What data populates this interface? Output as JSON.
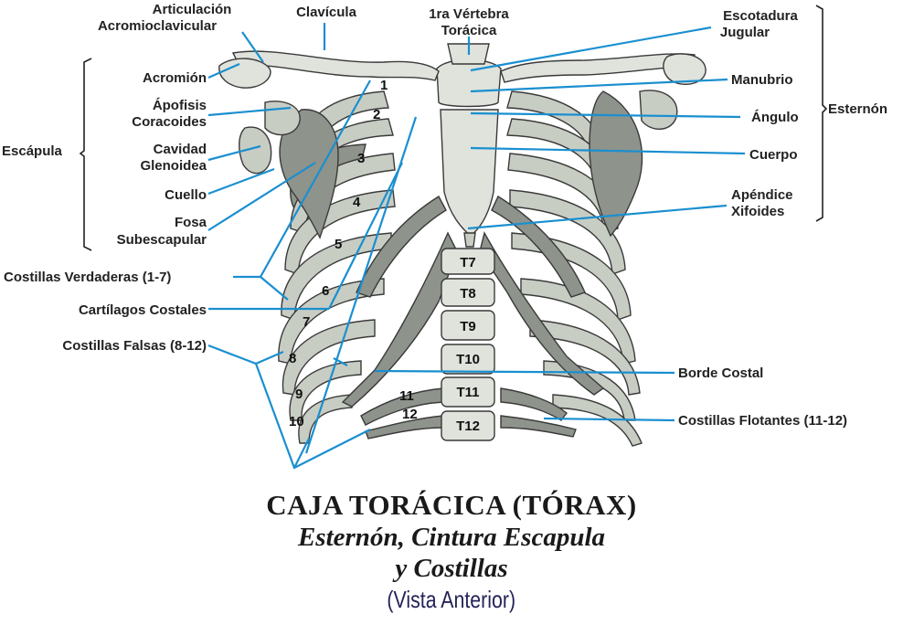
{
  "labels": {
    "articulacion": [
      "Articulación",
      "Acromioclavicular"
    ],
    "clavicula": "Clavícula",
    "vertebra": [
      "1ra Vértebra",
      "Torácica"
    ],
    "escotadura": [
      "Escotadura",
      "Jugular"
    ],
    "acromion": "Acromión",
    "apofisis": [
      "Ápofisis",
      "Coracoides"
    ],
    "escapula": "Escápula",
    "cavidad": [
      "Cavidad",
      "Glenoidea"
    ],
    "cuello": "Cuello",
    "fosa": [
      "Fosa",
      "Subescapular"
    ],
    "manubrio": "Manubrio",
    "angulo": "Ángulo",
    "esternon": "Esternón",
    "cuerpo": "Cuerpo",
    "apendice": [
      "Apéndice",
      "Xifoides"
    ],
    "costillas_verdaderas": "Costillas Verdaderas (1-7)",
    "cartilagos": "Cartílagos Costales",
    "costillas_falsas": "Costillas Falsas (8-12)",
    "borde_costal": "Borde Costal",
    "costillas_flotantes": "Costillas Flotantes (11-12)"
  },
  "rib_numbers": [
    "1",
    "2",
    "3",
    "4",
    "5",
    "6",
    "7",
    "8",
    "9",
    "10",
    "11",
    "12"
  ],
  "vertebrae": [
    "T7",
    "T8",
    "T9",
    "T10",
    "T11",
    "T12"
  ],
  "title": {
    "line1": "CAJA TORÁCICA (TÓRAX)",
    "line2": "Esternón, Cintura Escapula",
    "line3": "y Costillas",
    "line4": "(Vista Anterior)"
  },
  "colors": {
    "leader": "#1a8fd0",
    "bone_light": "#c8cdc4",
    "bone_dark": "#8e938b",
    "subtitle": "#24245a"
  }
}
